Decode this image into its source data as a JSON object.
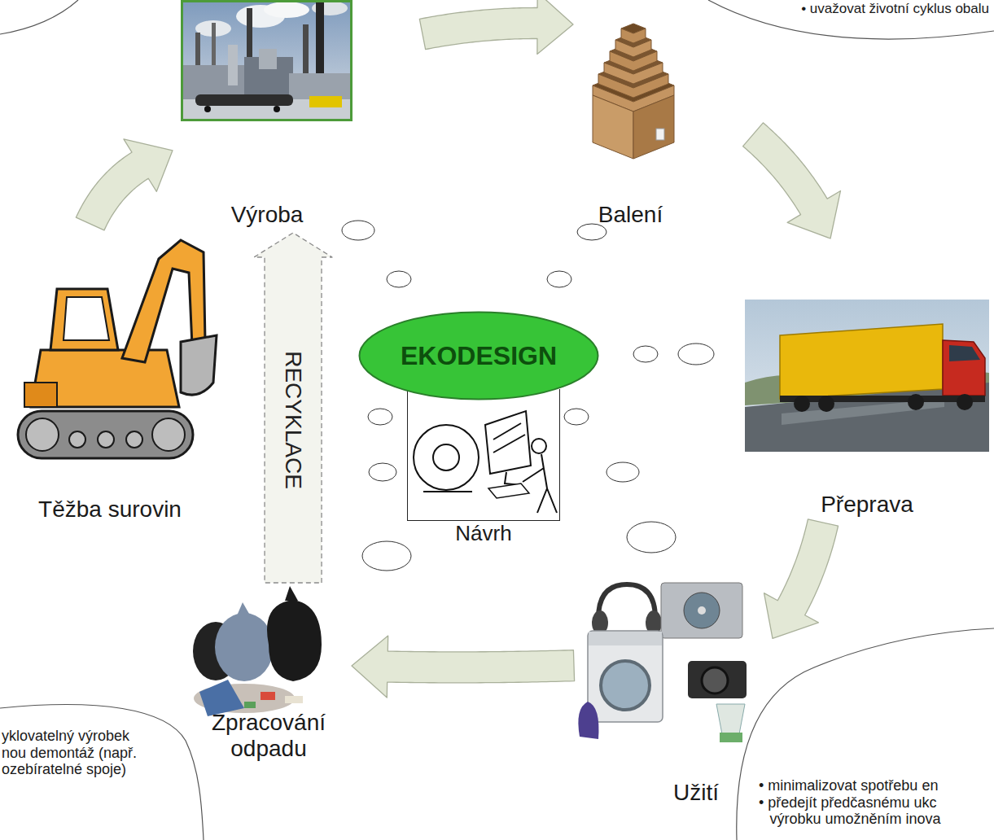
{
  "diagram": {
    "nodes": [
      {
        "text": [
          "• uvažovat životní cyklus obalu"
        ]
      },
      {
        "text": [
          "Výroba"
        ]
      },
      {
        "text": [
          "Balení"
        ]
      },
      {
        "text": [
          "EKODESIGN"
        ]
      },
      {
        "text": [
          "Návrh"
        ]
      },
      {
        "text": [
          "Těžba surovin"
        ]
      },
      {
        "text": [
          "Přeprava"
        ]
      },
      {
        "text": [
          "yklovatelný výrobek",
          "nou demontáž (např. ozebíratelné spoje)"
        ]
      },
      {
        "text": [
          "Zpracování odpadu"
        ]
      },
      {
        "text": [
          "Užití"
        ]
      },
      {
        "text": [
          "• minimalizovat spotřebu en",
          "• předejít předčasnému ukc výrobku umožněním inova"
        ]
      }
    ],
    "edges": [
      {
        "from": 5,
        "to": 1,
        "arrow": "to"
      },
      {
        "from": 1,
        "to": 2,
        "arrow": "to"
      },
      {
        "from": 2,
        "to": 6,
        "arrow": "to"
      },
      {
        "from": 6,
        "to": 9,
        "arrow": "to"
      },
      {
        "from": 9,
        "to": 8,
        "arrow": "to"
      },
      {
        "from": 8,
        "to": 1,
        "label": "RECYKLACE",
        "arrow": "to"
      }
    ]
  }
}
